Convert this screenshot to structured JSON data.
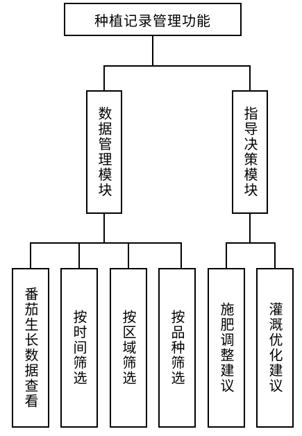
{
  "root": {
    "label": "种植记录管理功能"
  },
  "modules": [
    {
      "label": "数据管理模块",
      "children": [
        {
          "label": "番茄生长数据查看"
        },
        {
          "label": "按时间筛选"
        },
        {
          "label": "按区域筛选"
        },
        {
          "label": "按品种筛选"
        }
      ]
    },
    {
      "label": "指导决策模块",
      "children": [
        {
          "label": "施肥调整建议"
        },
        {
          "label": "灌溉优化建议"
        }
      ]
    }
  ]
}
